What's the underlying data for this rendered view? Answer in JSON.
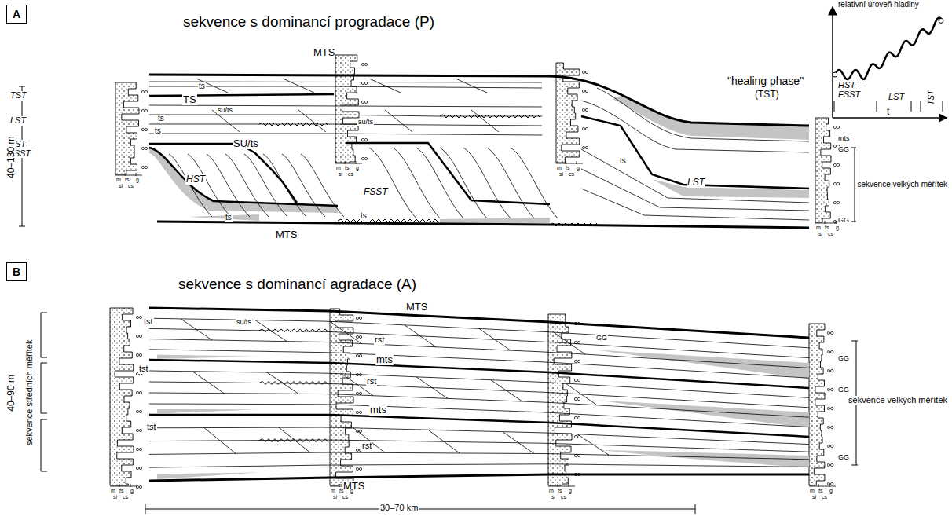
{
  "diagram": {
    "nodes": [
      {
        "text": [
          "A"
        ]
      },
      {
        "text": [
          "B"
        ]
      }
    ],
    "labels": [
      "sekvence s dominancí progradace (P)",
      "TST",
      "LST",
      "HST- -FSST",
      "40–130 m",
      "MTS",
      "ts",
      "TS",
      "su/ts",
      "ts",
      "ts",
      "su/ts",
      "SU/ts",
      "HST",
      "ts",
      "FSST",
      "ts",
      "MTS",
      "\"healing phase\"",
      "(TST)",
      "ts",
      "LST",
      "mts",
      "GG",
      "GG",
      "sekvence velkých měřítek",
      "relativní úroveň hladiny",
      "t",
      "HST- -FSST",
      "LST",
      "TST",
      "sekvence s dominancí agradace (A)",
      "40–90 m",
      "sekvence středních měřítek",
      "MTS",
      "tst",
      "su/ts",
      "tst",
      "tst",
      "rst",
      "mts",
      "rst",
      "mts",
      "rst",
      "MTS",
      "GG",
      "GG",
      "GG",
      "GG",
      "sekvence velkých měřítek",
      "30–70 km",
      "m",
      "fs",
      "g",
      "si",
      "cs",
      "m",
      "fs",
      "g",
      "si",
      "cs",
      "m",
      "fs",
      "g",
      "si",
      "cs",
      "m",
      "fs",
      "g",
      "si",
      "cs",
      "m",
      "fs",
      "g",
      "si",
      "cs",
      "m",
      "fs",
      "g",
      "si",
      "cs",
      "m",
      "fs",
      "g",
      "si",
      "cs",
      "m",
      "fs",
      "g",
      "si",
      "cs"
    ]
  }
}
